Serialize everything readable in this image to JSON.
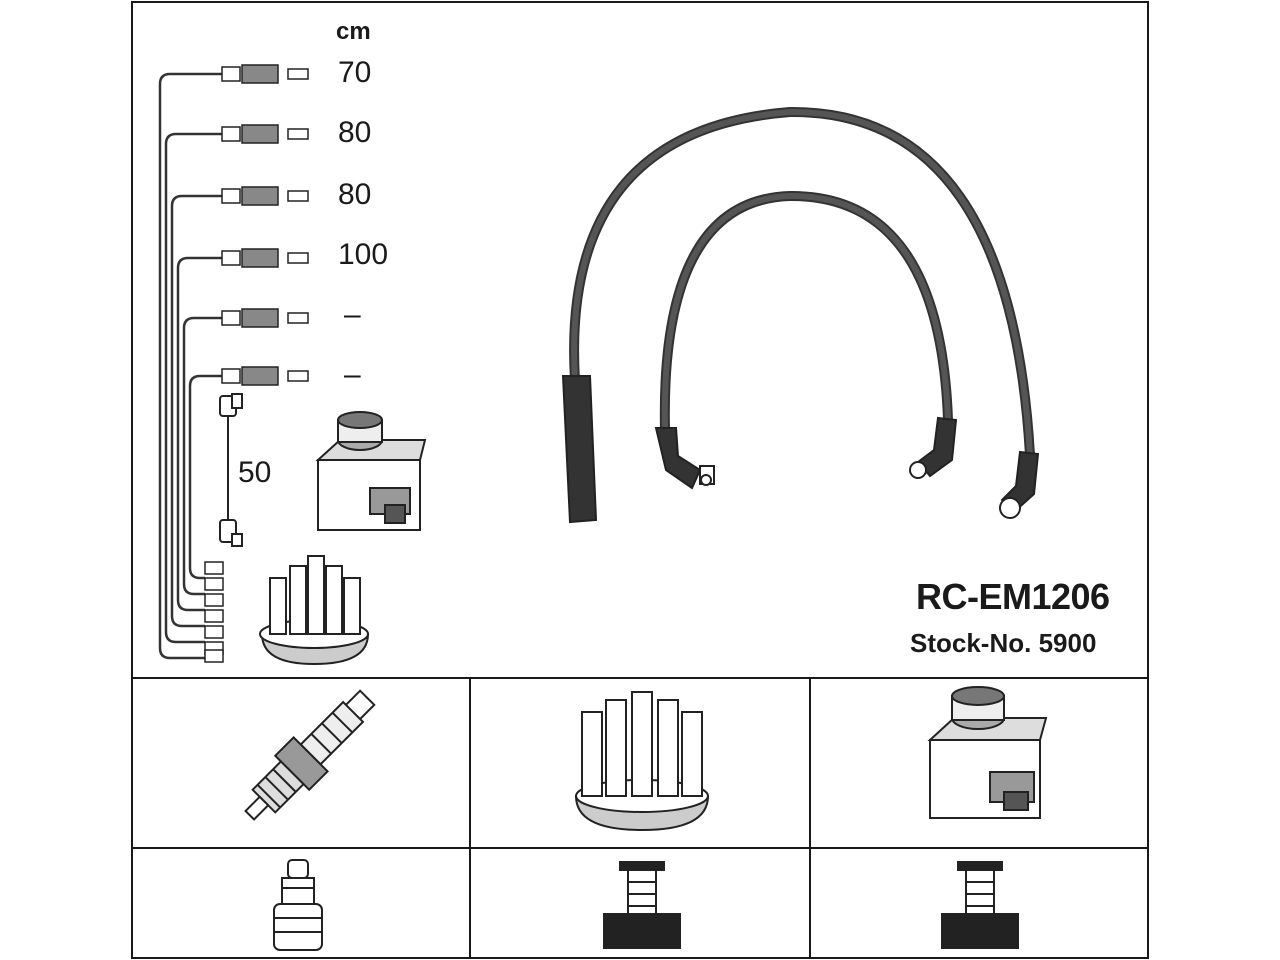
{
  "top_panel": {
    "unit_label": "cm",
    "wire_lengths": [
      "70",
      "80",
      "80",
      "100",
      "–",
      "–"
    ],
    "coil_wire_length": "50"
  },
  "product": {
    "part_number": "RC-EM1206",
    "stock_label": "Stock-No. 5900"
  },
  "bottom_panels": {
    "items": [
      "spark-plug",
      "distributor-cap",
      "ignition-coil"
    ],
    "terminals": [
      "spark-plug-terminal",
      "distributor-cap-terminal",
      "ignition-coil-terminal"
    ]
  }
}
